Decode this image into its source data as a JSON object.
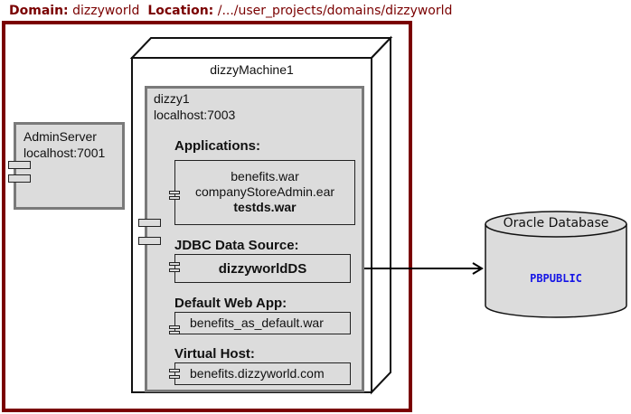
{
  "header": {
    "domain_label": "Domain:",
    "domain_value": "dizzyworld",
    "location_label": "Location:",
    "location_value": "/.../user_projects/domains/dizzyworld"
  },
  "admin_server": {
    "name": "AdminServer",
    "address": "localhost:7001"
  },
  "machine": {
    "name": "dizzyMachine1",
    "server": {
      "name": "dizzy1",
      "address": "localhost:7003",
      "applications": {
        "label": "Applications:",
        "items": [
          "benefits.war",
          "companyStoreAdmin.ear",
          "testds.war"
        ]
      },
      "jdbc": {
        "label": "JDBC Data Source:",
        "name": "dizzyworldDS"
      },
      "default_web_app": {
        "label": "Default Web App:",
        "name": "benefits_as_default.war"
      },
      "virtual_host": {
        "label": "Virtual Host:",
        "name": "benefits.dizzyworld.com"
      }
    }
  },
  "database": {
    "title": "Oracle Database",
    "schema": "PBPUBLIC"
  },
  "colors": {
    "domain_border": "#7a0000",
    "box_fill": "#dcdcdc",
    "schema_text": "#1515e6"
  }
}
